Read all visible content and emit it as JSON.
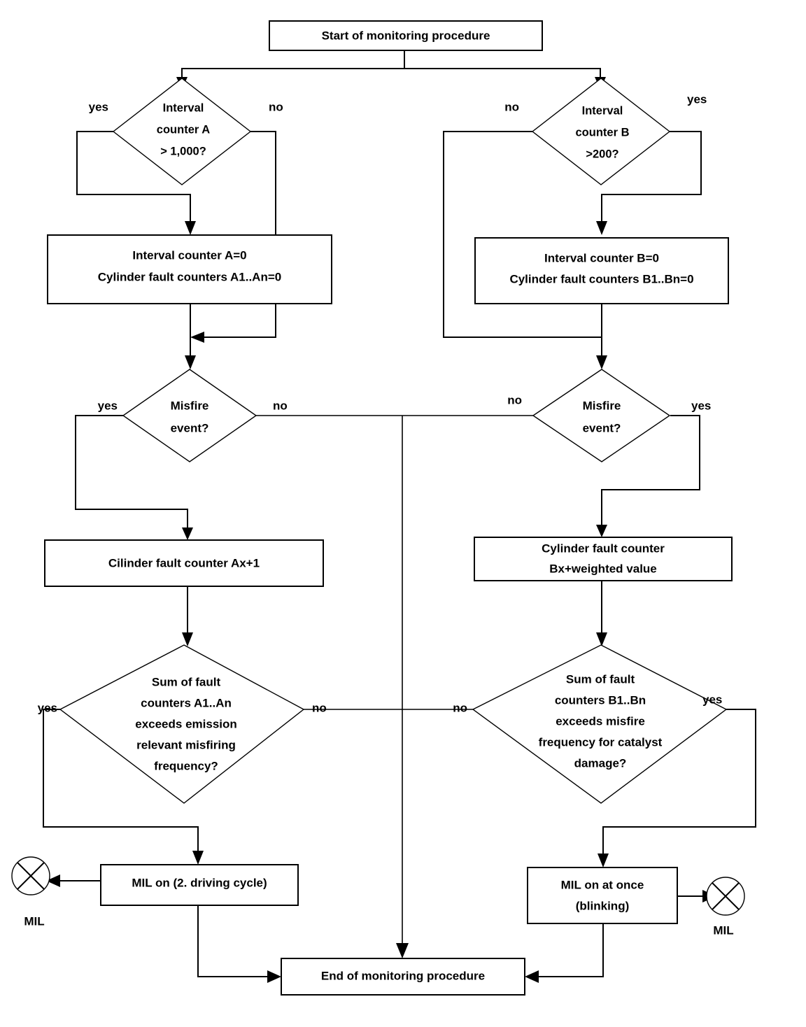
{
  "diagram": {
    "type": "flowchart",
    "title": "Misfire monitoring procedure flowchart",
    "orientation": "two parallel branches (A = emission relevant, B = catalyst damage)",
    "colors": {
      "background": "#ffffff",
      "stroke": "#000000",
      "text": "#000000",
      "shape_fill": "#ffffff"
    }
  },
  "nodes": {
    "start": {
      "shape": "rectangle",
      "label": "Start of monitoring procedure"
    },
    "interval_a": {
      "shape": "diamond",
      "line1": "Interval",
      "line2": "counter A",
      "line3": "> 1,000?"
    },
    "interval_b": {
      "shape": "diamond",
      "line1": "Interval",
      "line2": "counter B",
      "line3": ">200?"
    },
    "reset_a": {
      "shape": "rectangle",
      "line1": "Interval counter A=0",
      "line2": "Cylinder fault counters A1..An=0"
    },
    "reset_b": {
      "shape": "rectangle",
      "line1": "Interval counter B=0",
      "line2": "Cylinder fault counters B1..Bn=0"
    },
    "misfire_a": {
      "shape": "diamond",
      "line1": "Misfire",
      "line2": "event?"
    },
    "misfire_b": {
      "shape": "diamond",
      "line1": "Misfire",
      "line2": "event?"
    },
    "counter_a": {
      "shape": "rectangle",
      "label": "Cilinder fault counter Ax+1"
    },
    "counter_b": {
      "shape": "rectangle",
      "line1": "Cylinder fault counter",
      "line2": "Bx+weighted value"
    },
    "sum_a": {
      "shape": "diamond",
      "line1": "Sum of  fault",
      "line2": "counters A1..An",
      "line3": "exceeds emission",
      "line4": "relevant misfiring",
      "line5": "frequency?"
    },
    "sum_b": {
      "shape": "diamond",
      "line1": "Sum of  fault",
      "line2": "counters B1..Bn",
      "line3": "exceeds misfire",
      "line4": "frequency for catalyst",
      "line5": "damage?"
    },
    "mil_a": {
      "shape": "rectangle",
      "label": "MIL on (2. driving cycle)"
    },
    "mil_b": {
      "shape": "rectangle",
      "line1": "MIL on at once",
      "line2": "(blinking)"
    },
    "mil_lamp_left": {
      "shape": "crossed-circle",
      "caption": "MIL"
    },
    "mil_lamp_right": {
      "shape": "crossed-circle",
      "caption": "MIL"
    },
    "end": {
      "shape": "rectangle",
      "label": "End of monitoring procedure"
    }
  },
  "edge_labels": {
    "interval_a_yes": "yes",
    "interval_a_no": "no",
    "interval_b_no": "no",
    "interval_b_yes": "yes",
    "misfire_a_yes": "yes",
    "misfire_a_no": "no",
    "misfire_b_no": "no",
    "misfire_b_yes": "yes",
    "sum_a_yes": "yes",
    "sum_a_no": "no",
    "sum_b_no": "no",
    "sum_b_yes": "yes"
  }
}
